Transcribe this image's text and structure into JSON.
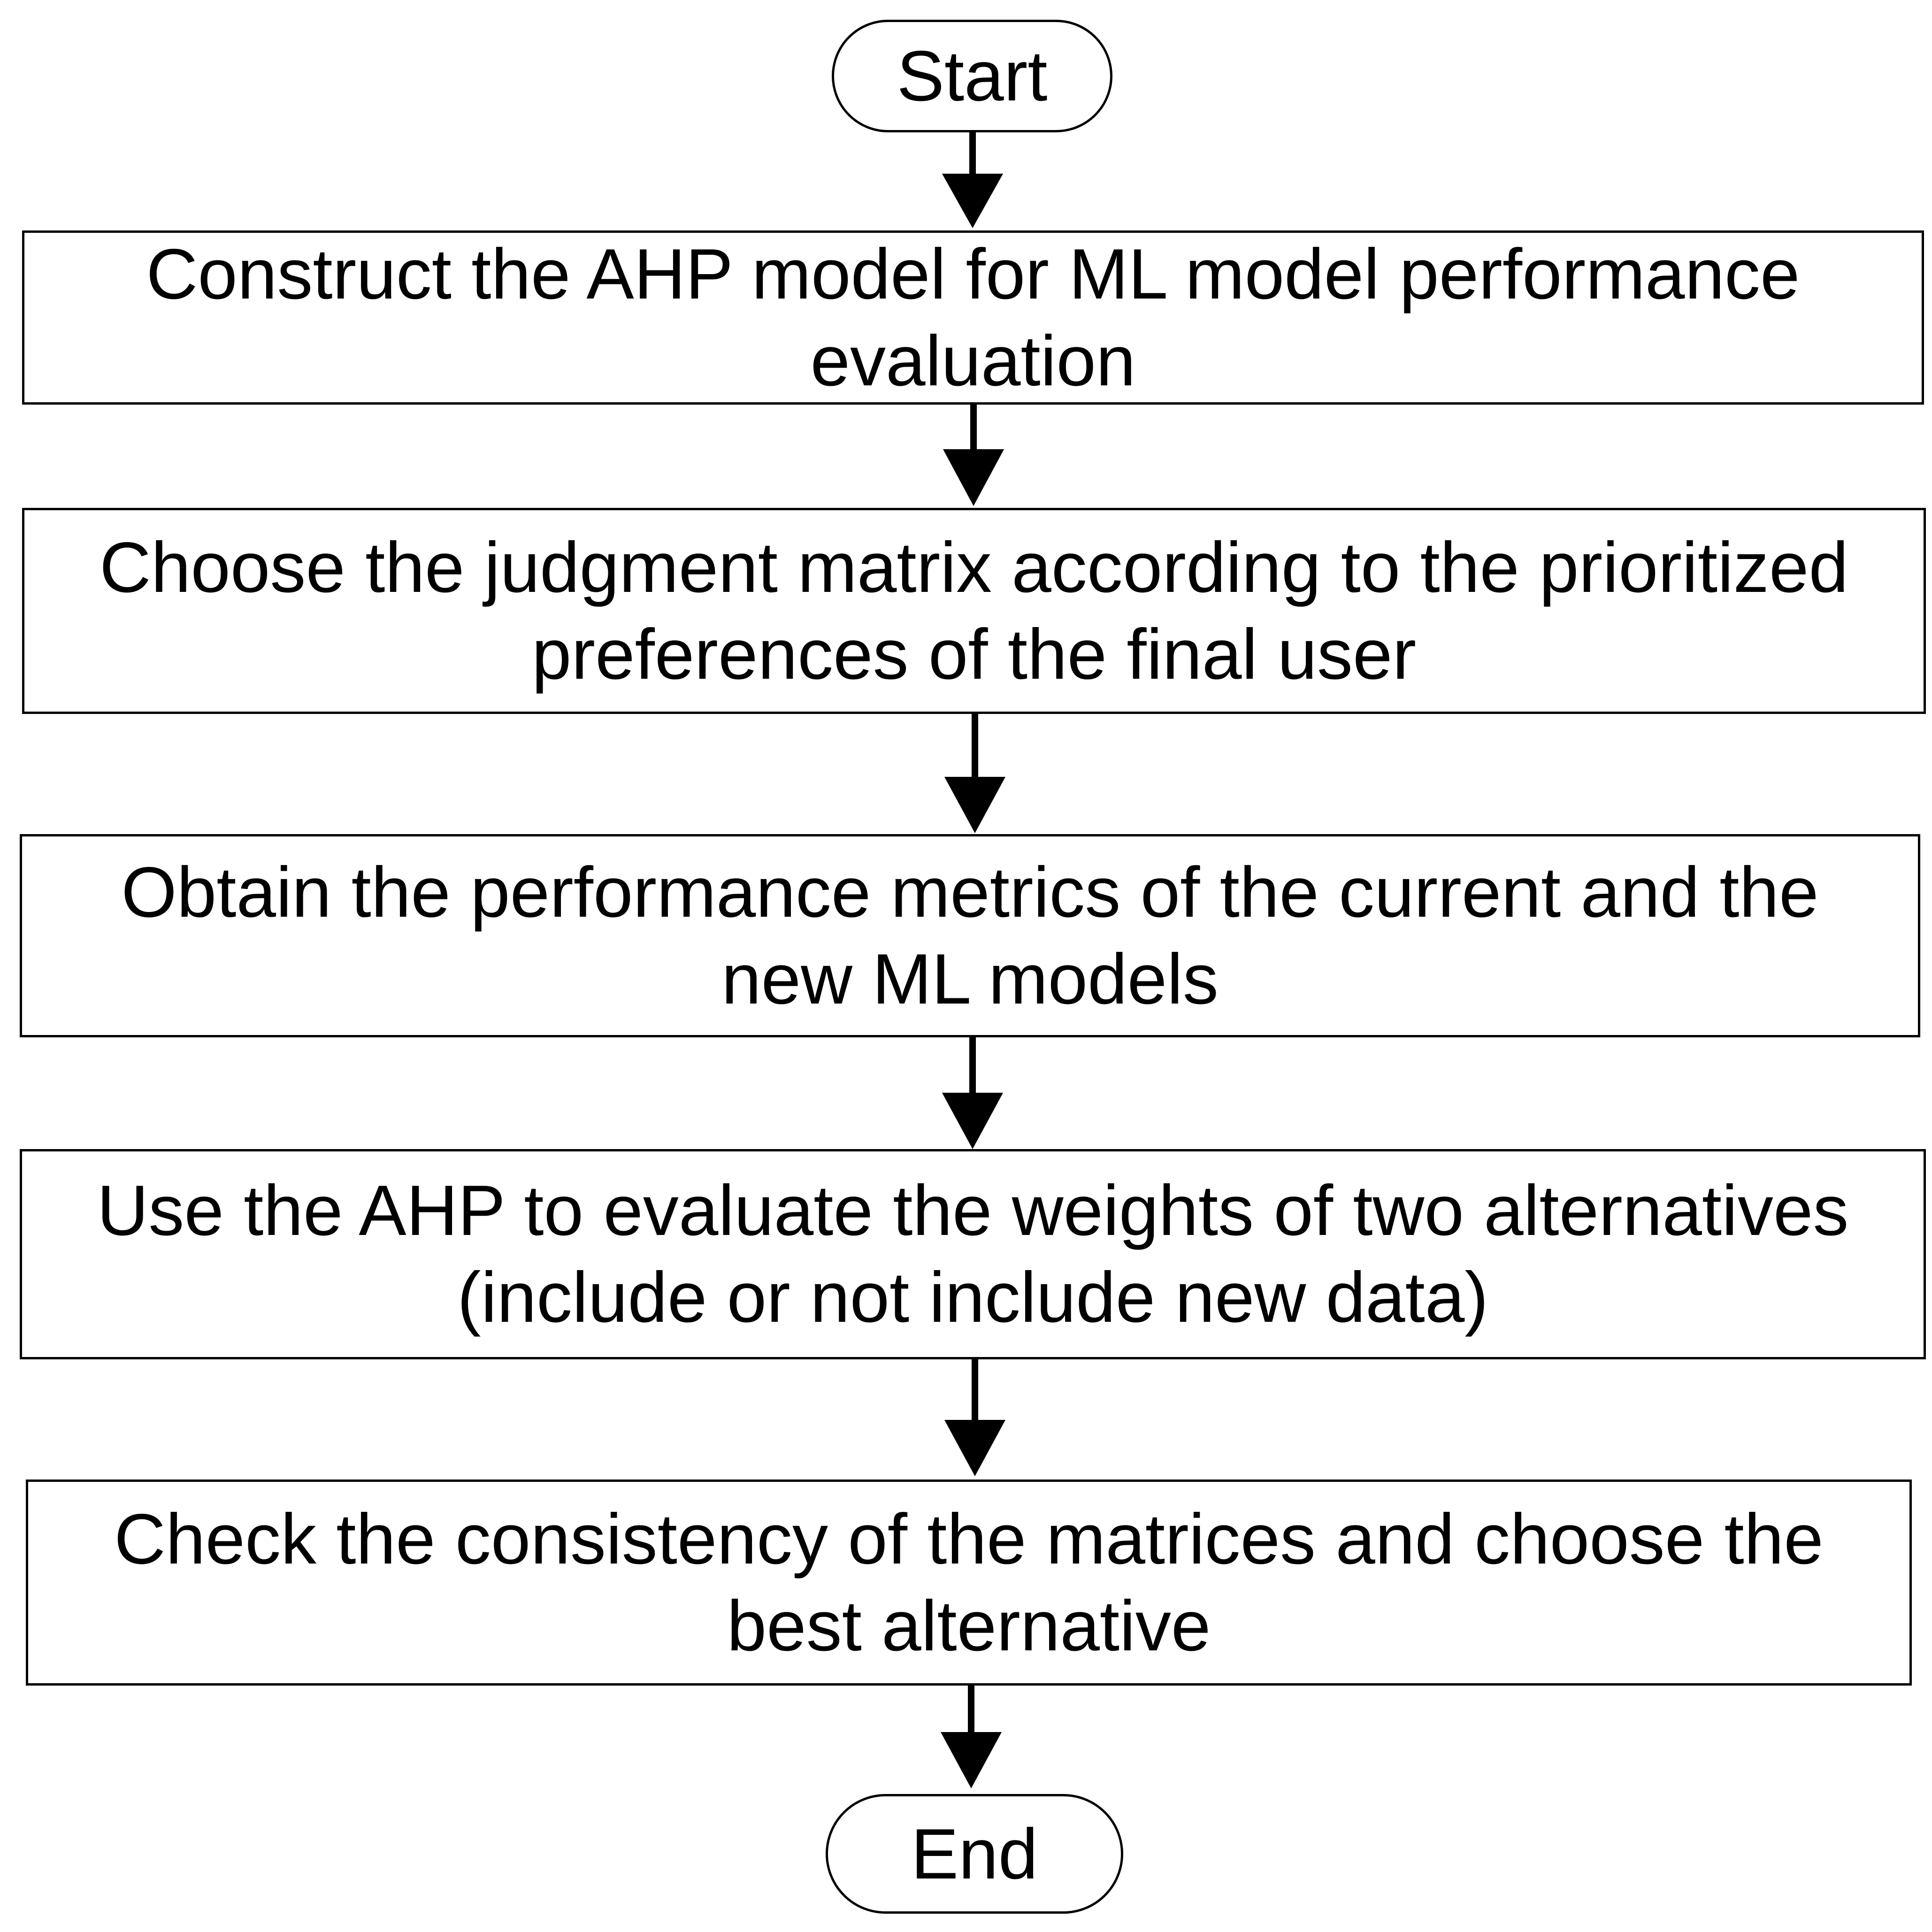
{
  "flowchart": {
    "start_label": "Start",
    "steps": [
      {
        "label": "Construct the AHP model for ML model performance evaluation"
      },
      {
        "label": "Choose the judgment matrix according to the prioritized preferences of the final user"
      },
      {
        "label": "Obtain the performance metrics of the current and the new ML models"
      },
      {
        "label": "Use the AHP to evaluate the weights of two alternatives (include or not include new data)"
      },
      {
        "label": "Check the consistency of the matrices and choose the best alternative"
      }
    ],
    "end_label": "End"
  }
}
